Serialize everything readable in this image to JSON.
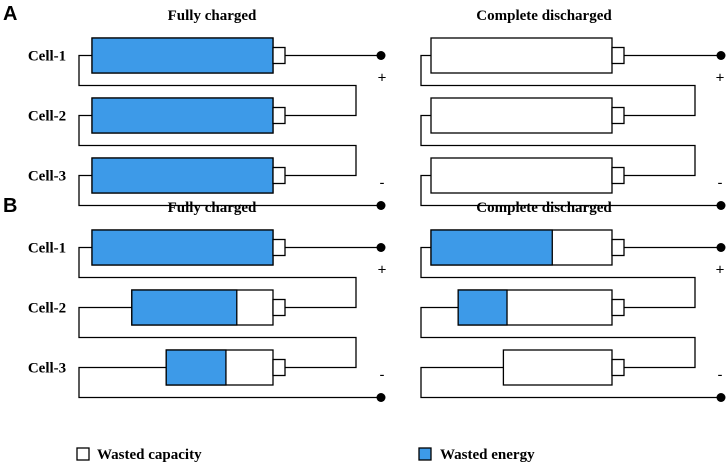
{
  "colors": {
    "energy": "#3d9ae8",
    "outline": "#000000",
    "background": "#ffffff"
  },
  "legend": {
    "capacity_label": "Wasted capacity",
    "energy_label": "Wasted energy"
  },
  "panels": [
    {
      "letter": "A",
      "columns": [
        {
          "heading": "Fully charged",
          "positive": "+",
          "negative": "-",
          "cells": [
            {
              "label": "Cell-1",
              "capacity": 1.0,
              "energy": 1.0
            },
            {
              "label": "Cell-2",
              "capacity": 1.0,
              "energy": 1.0
            },
            {
              "label": "Cell-3",
              "capacity": 1.0,
              "energy": 1.0
            }
          ]
        },
        {
          "heading": "Complete discharged",
          "positive": "+",
          "negative": "-",
          "cells": [
            {
              "label": "",
              "capacity": 1.0,
              "energy": 0.0
            },
            {
              "label": "",
              "capacity": 1.0,
              "energy": 0.0
            },
            {
              "label": "",
              "capacity": 1.0,
              "energy": 0.0
            }
          ]
        }
      ]
    },
    {
      "letter": "B",
      "columns": [
        {
          "heading": "Fully charged",
          "positive": "+",
          "negative": "-",
          "cells": [
            {
              "label": "Cell-1",
              "capacity": 1.0,
              "energy": 1.0
            },
            {
              "label": "Cell-2",
              "capacity": 0.78,
              "energy": 0.58
            },
            {
              "label": "Cell-3",
              "capacity": 0.59,
              "energy": 0.33
            }
          ]
        },
        {
          "heading": "Complete discharged",
          "positive": "+",
          "negative": "-",
          "cells": [
            {
              "label": "",
              "capacity": 1.0,
              "energy": 0.67
            },
            {
              "label": "",
              "capacity": 0.85,
              "energy": 0.27
            },
            {
              "label": "",
              "capacity": 0.6,
              "energy": 0.0
            }
          ]
        }
      ]
    }
  ]
}
